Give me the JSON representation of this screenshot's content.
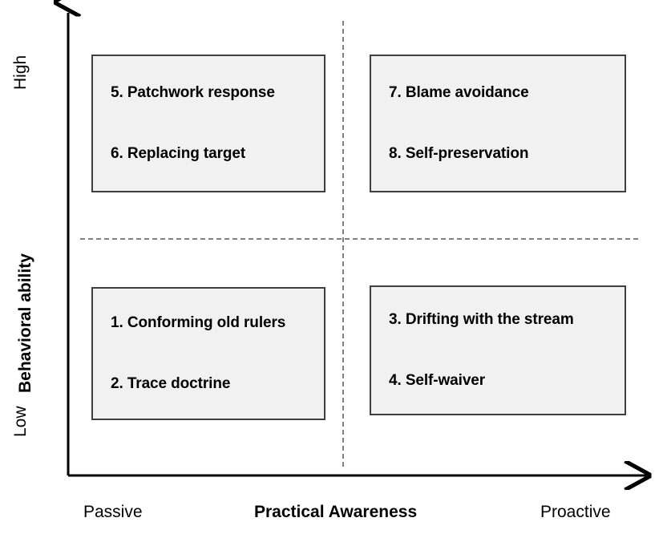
{
  "diagram": {
    "type": "2x2-matrix",
    "x_axis": {
      "title": "Practical Awareness",
      "low_label": "Passive",
      "high_label": "Proactive"
    },
    "y_axis": {
      "title": "Behavioral ability",
      "low_label": "Low",
      "high_label": "High"
    },
    "quadrants": [
      {
        "position": "top-left",
        "x_level": "Passive",
        "y_level": "High",
        "items": [
          "5. Patchwork response",
          "6. Replacing target"
        ]
      },
      {
        "position": "top-right",
        "x_level": "Proactive",
        "y_level": "High",
        "items": [
          "7. Blame avoidance",
          "8. Self-preservation"
        ]
      },
      {
        "position": "bottom-left",
        "x_level": "Passive",
        "y_level": "Low",
        "items": [
          "1. Conforming old rulers",
          "2. Trace doctrine"
        ]
      },
      {
        "position": "bottom-right",
        "x_level": "Proactive",
        "y_level": "Low",
        "items": [
          "3. Drifting with the stream",
          "4. Self-waiver"
        ]
      }
    ],
    "colors": {
      "box_fill": "#f1f1f1",
      "box_border": "#3f3f3f",
      "divider": "#808080",
      "axis": "#000000",
      "text": "#000000"
    }
  }
}
